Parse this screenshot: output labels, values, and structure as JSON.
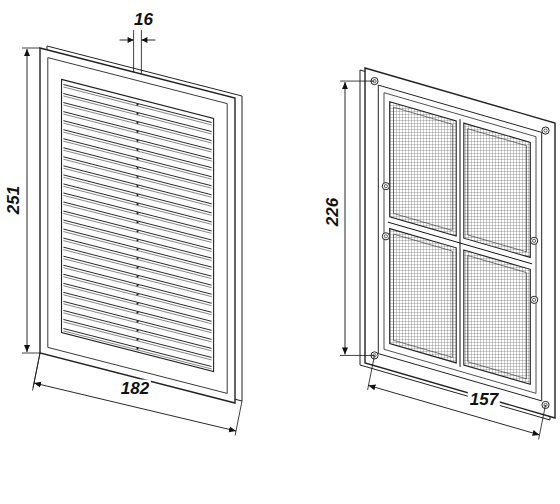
{
  "diagram": {
    "labels": [
      "16",
      "251",
      "182",
      "226",
      "157"
    ]
  }
}
